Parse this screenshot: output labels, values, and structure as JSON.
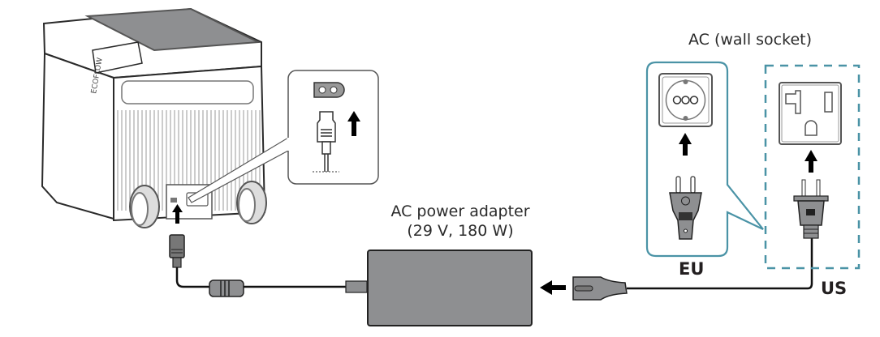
{
  "diagram": {
    "title": "Charging via AC power adapter",
    "labels": {
      "wall_socket": "AC (wall socket)",
      "adapter_line1": "AC power adapter",
      "adapter_line2": "(29 V, 180 W)",
      "eu": "EU",
      "us": "US"
    },
    "brand_mark": "ECOFLOW",
    "colors": {
      "accent_teal": "#4a93a6",
      "device_gray": "#8e8f91",
      "outline": "#2a2a2a",
      "cable": "#111111"
    },
    "components": [
      "cooler-unit",
      "dc-input-port",
      "dc-plug",
      "ferrite-core",
      "ac-power-adapter",
      "ac-cord-connector",
      "eu-plug",
      "eu-socket",
      "us-plug",
      "us-socket"
    ]
  }
}
